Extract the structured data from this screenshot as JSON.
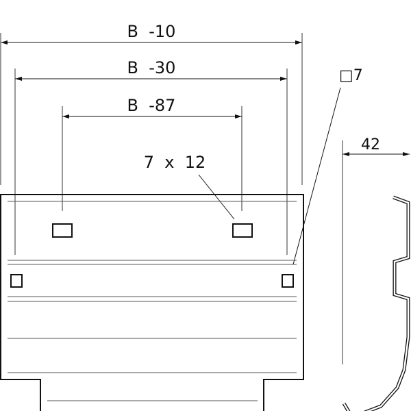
{
  "dimensions": {
    "overall": "B  -10",
    "mid": "B  -30",
    "inner": "B  -87",
    "slot": "7  x  12",
    "square_hole": "□7",
    "profile_depth": "42"
  },
  "colors": {
    "line": "#111111",
    "thin": "#555555"
  }
}
